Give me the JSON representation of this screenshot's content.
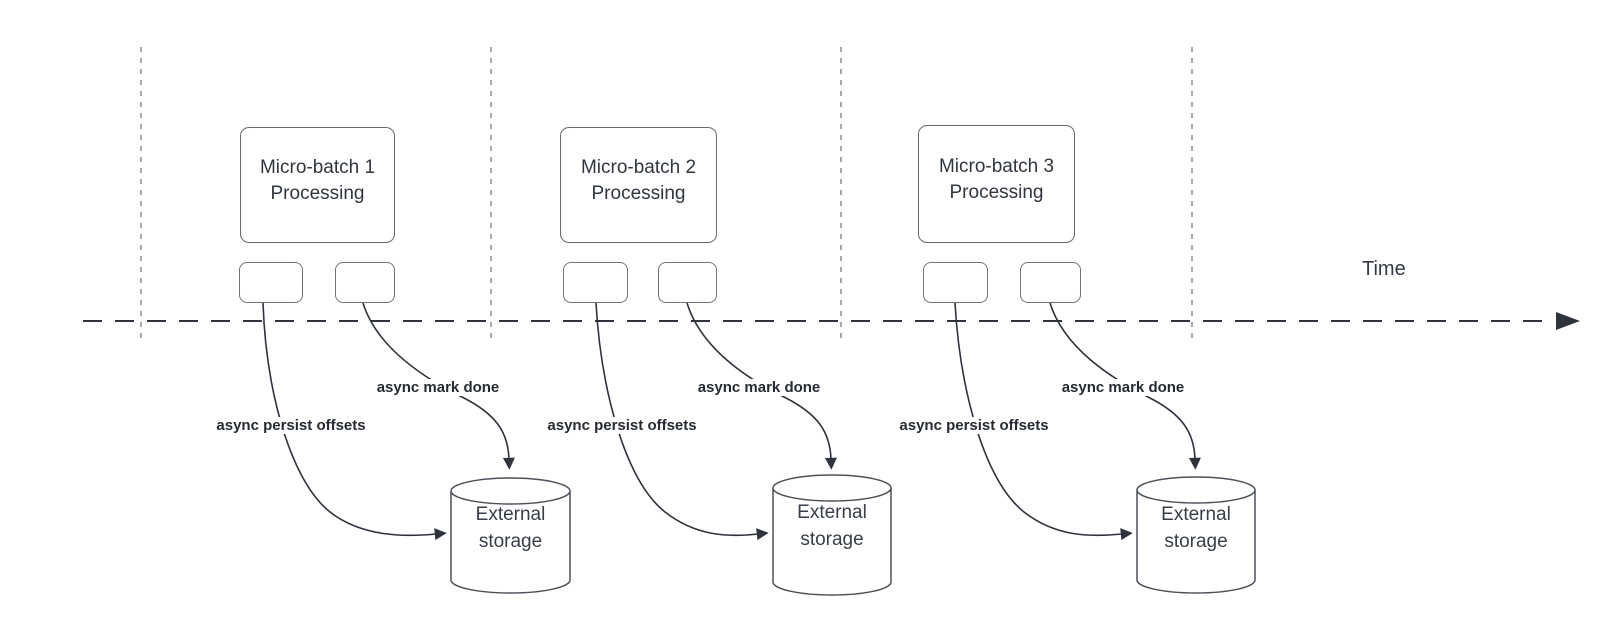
{
  "canvas": {
    "background": "#ffffff"
  },
  "timeline": {
    "label": "Time"
  },
  "colors": {
    "axis_and_arrows": "#2e333d",
    "guide_lines": "#a7aaad",
    "process_box_border": "#666b72",
    "offset_box_border": "#6e737a",
    "cylinder_border": "#4d525a",
    "text": "#30363f",
    "label_text": "#262b33"
  },
  "sections": [
    {
      "id": "micro-batch-1",
      "title_line1": "Micro-batch 1",
      "title_line2": "Processing",
      "persist_arrow_label": "async persist offsets",
      "mark_done_arrow_label": "async mark done",
      "storage_line1": "External",
      "storage_line2": "storage"
    },
    {
      "id": "micro-batch-2",
      "title_line1": "Micro-batch 2",
      "title_line2": "Processing",
      "persist_arrow_label": "async persist offsets",
      "mark_done_arrow_label": "async mark done",
      "storage_line1": "External",
      "storage_line2": "storage"
    },
    {
      "id": "micro-batch-3",
      "title_line1": "Micro-batch 3",
      "title_line2": "Processing",
      "persist_arrow_label": "async persist offsets",
      "mark_done_arrow_label": "async mark done",
      "storage_line1": "External",
      "storage_line2": "storage"
    }
  ]
}
